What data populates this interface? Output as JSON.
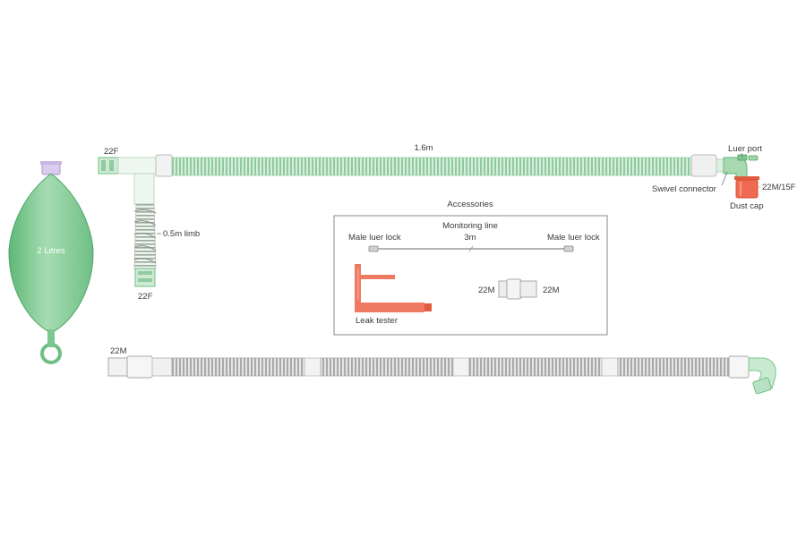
{
  "bag": {
    "label": "2 Litres"
  },
  "main_circuit": {
    "left_connector": "22F",
    "length": "1.6m",
    "limb_label": "0.5m limb",
    "limb_connector": "22F",
    "luer_port": "Luer port",
    "swivel": "Swivel connector",
    "outlet": "22M/15F",
    "cap": "Dust cap"
  },
  "accessories": {
    "title": "Accessories",
    "monitoring": {
      "title": "Monitoring line",
      "left": "Male luer lock",
      "length": "3m",
      "right": "Male luer lock"
    },
    "leak_tester": "Leak tester",
    "adapter": {
      "left": "22M",
      "right": "22M"
    }
  },
  "second_circuit": {
    "connector": "22M"
  },
  "colors": {
    "green_fill": "#a8d9b0",
    "green_dark": "#6fbf84",
    "grey_tube": "#c9c9c9",
    "red": "#ef6a50",
    "purple": "#c8b6e2"
  }
}
